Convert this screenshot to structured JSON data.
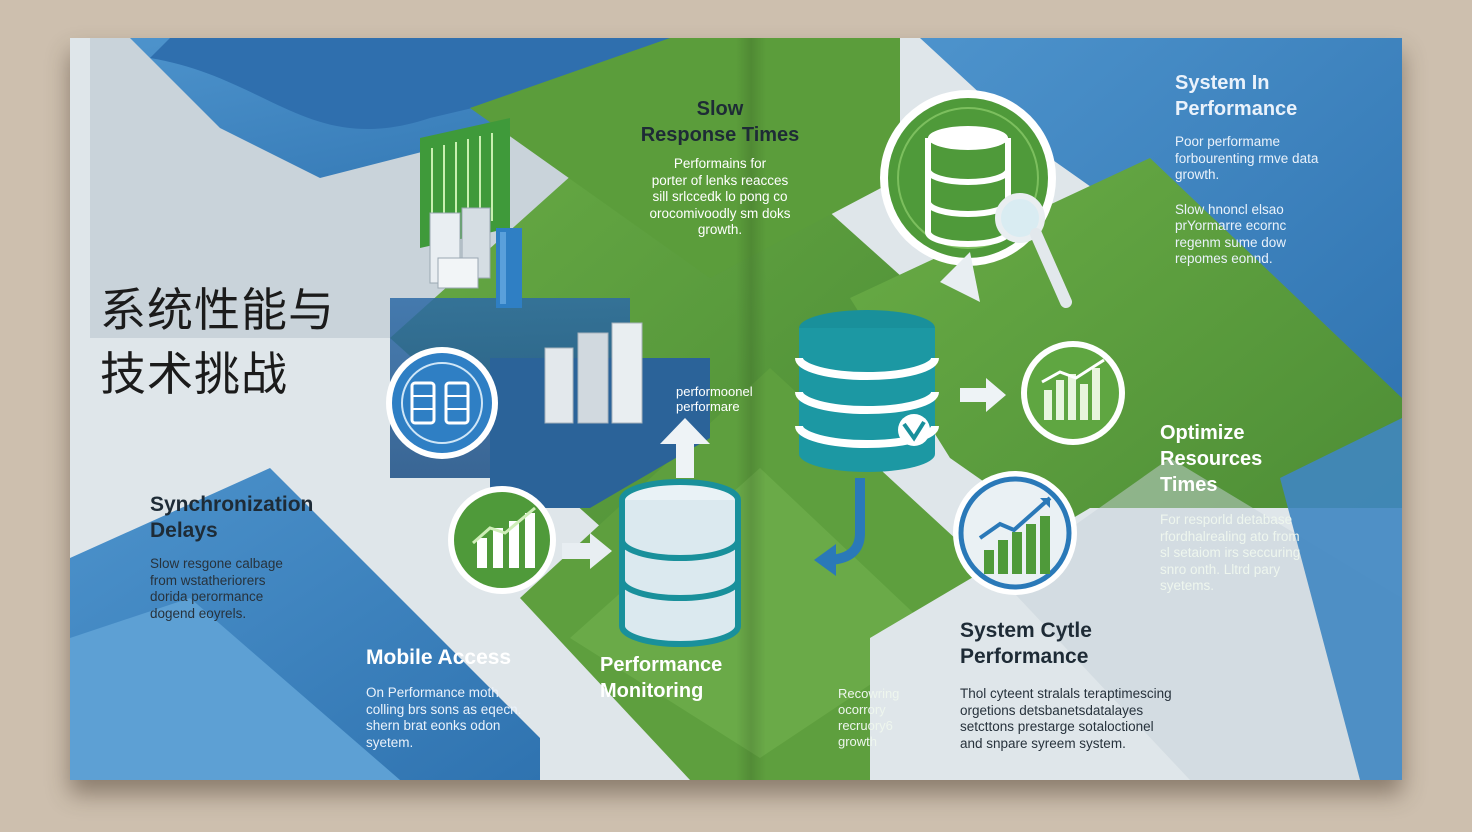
{
  "title": "系统性能与\n技术挑战",
  "sections": {
    "slow_response": {
      "heading": "Slow\nResponse Times",
      "body": "Performains for\nporter of lenks reacces\nsill srlccedk lo pong co\norocomivoodly sm doks\ngrowth."
    },
    "system_in_performance": {
      "heading": "System In\nPerformance",
      "body1": "Poor performame\nforbourenting rmve data\ngrowth.",
      "body2": "Slow hnoncl elsao\nprYormarre ecornc\nregenm sume dow\nrepomes eonnd."
    },
    "sync_delays": {
      "heading": "Synchronization\nDelays",
      "body": "Slow resgone calbage\nfrom wstatheriorers\ndorida perormance\ndogend eoyrels."
    },
    "mobile_access": {
      "heading": "Mobile Access",
      "body": "On Performance moth\ncolling brs sons as eqecn.\nshern brat eonks odon\nsyetem."
    },
    "performance_monitoring": {
      "heading": "Performance\nMonitoring",
      "label_small": "performoonel\nperformare",
      "body": "Recowring\nocorrory\nrecruory6\ngrowth"
    },
    "optimize_resources": {
      "heading": "Optimize\nResources\nTimes",
      "body": "For resporld detabase\nrfordhalrealing ato from\nsl setaiom irs seccuring\nsnro onth. Lltrd pary\nsyetems."
    },
    "system_cycle": {
      "heading": "System Cytle\nPerformance",
      "body": "Thol cyteent stralals teraptimescing\norgetions detsbanetsdatalayes\nsetcttons prestarge sotaloctionel\nand snpare syreem system."
    }
  },
  "icons": [
    "server-rack-icon",
    "server-circle-icon",
    "growth-chart-icon",
    "database-icon",
    "database-search-icon",
    "bar-chart-circle-icon",
    "trend-chart-circle-icon"
  ],
  "colors": {
    "green": "#5a9a3c",
    "blue": "#3f86c2",
    "teal": "#19909b",
    "light": "#dfe6ea"
  }
}
